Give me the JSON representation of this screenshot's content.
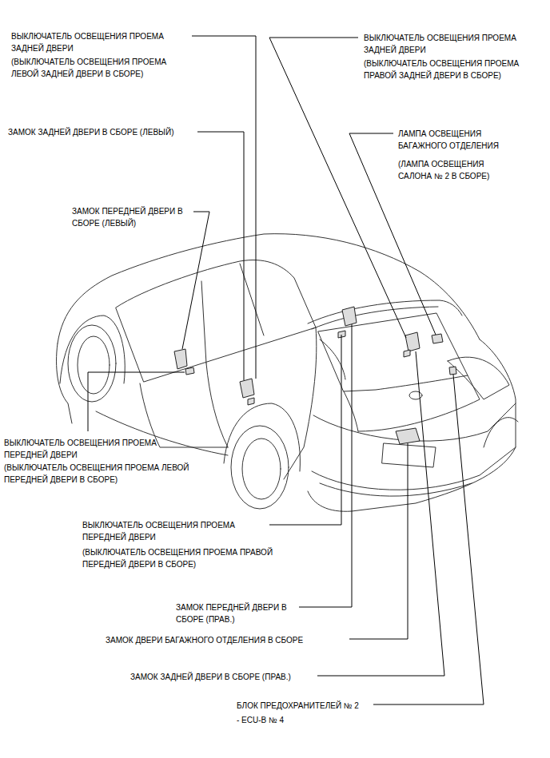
{
  "diagram": {
    "labels": [
      "ВЫКЛЮЧАТЕЛЬ ОСВЕЩЕНИЯ ПРОЕМА ЗАДНЕЙ ДВЕРИ",
      "(ВЫКЛЮЧАТЕЛЬ ОСВЕЩЕНИЯ ПРОЕМА ЛЕВОЙ ЗАДНЕЙ ДВЕРИ В СБОРЕ)",
      "ЗАМОК ЗАДНЕЙ ДВЕРИ В СБОРЕ (ЛЕВЫЙ)",
      "ЗАМОК ПЕРЕДНЕЙ ДВЕРИ В СБОРЕ (ЛЕВЫЙ)",
      "ВЫКЛЮЧАТЕЛЬ ОСВЕЩЕНИЯ ПРОЕМА ПЕРЕДНЕЙ ДВЕРИ",
      "(ВЫКЛЮЧАТЕЛЬ ОСВЕЩЕНИЯ ПРОЕМА ЛЕВОЙ ПЕРЕДНЕЙ ДВЕРИ В СБОРЕ)",
      "ВЫКЛЮЧАТЕЛЬ ОСВЕЩЕНИЯ ПРОЕМА ЗАДНЕЙ ДВЕРИ",
      "(ВЫКЛЮЧАТЕЛЬ ОСВЕЩЕНИЯ ПРОЕМА ПРАВОЙ ЗАДНЕЙ ДВЕРИ В СБОРЕ)",
      "ЛАМПА ОСВЕЩЕНИЯ БАГАЖНОГО ОТДЕЛЕНИЯ",
      "(ЛАМПА ОСВЕЩЕНИЯ САЛОНА № 2 В СБОРЕ)",
      "ВЫКЛЮЧАТЕЛЬ ОСВЕЩЕНИЯ ПРОЕМА ПЕРЕДНЕЙ ДВЕРИ",
      "(ВЫКЛЮЧАТЕЛЬ ОСВЕЩЕНИЯ ПРОЕМА ПРАВОЙ ПЕРЕДНЕЙ ДВЕРИ В СБОРЕ)",
      "ЗАМОК ПЕРЕДНЕЙ ДВЕРИ В СБОРЕ (ПРАВ.)",
      "ЗАМОК ДВЕРИ БАГАЖНОГО ОТДЕЛЕНИЯ В СБОРЕ",
      "ЗАМОК ЗАДНЕЙ ДВЕРИ В СБОРЕ (ПРАВ.)",
      "БЛОК ПРЕДОХРАНИТЕЛЕЙ № 2",
      "- ECU-B № 4"
    ]
  }
}
